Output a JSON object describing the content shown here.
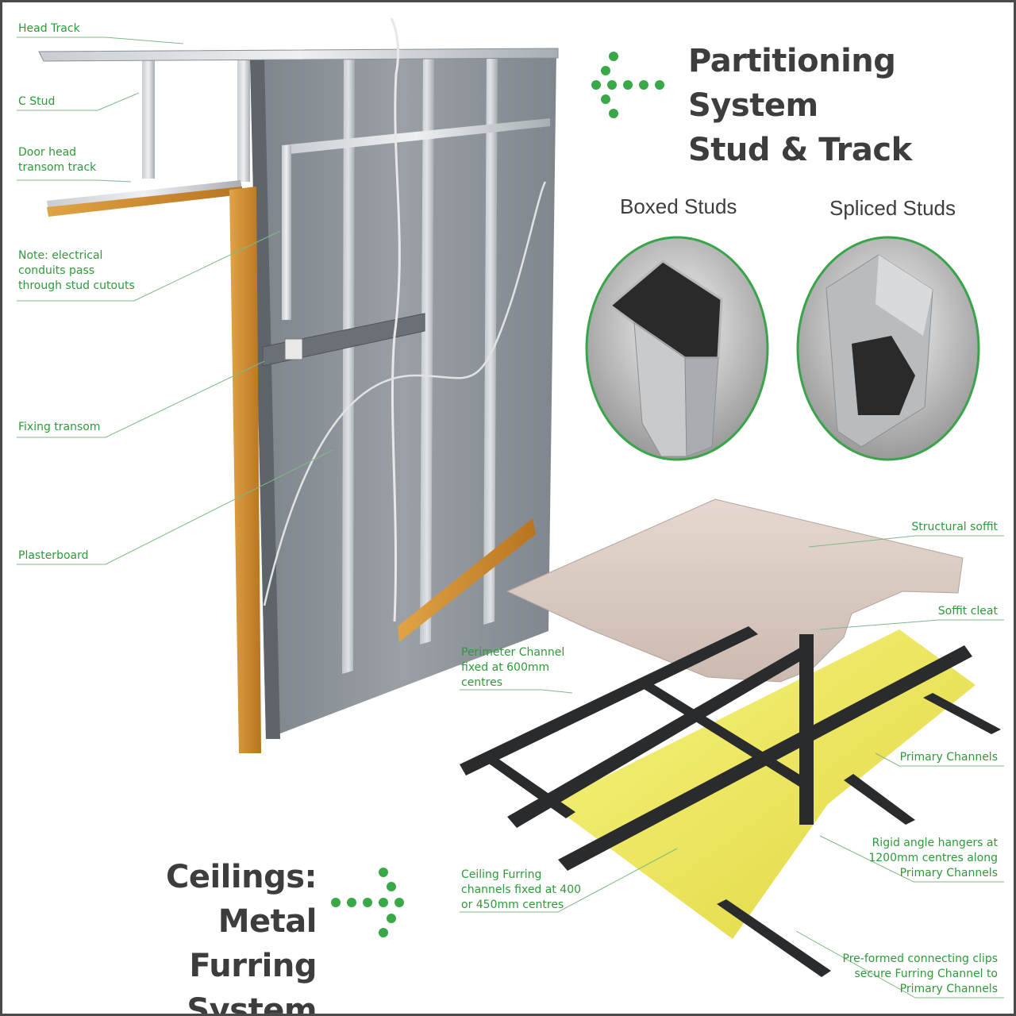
{
  "partition_title": "Partitioning System\nStud & Track",
  "ceiling_title": "Ceilings: Metal\nFurring System",
  "stud_types": {
    "boxed": "Boxed Studs",
    "spliced": "Spliced Studs"
  },
  "partition_labels": [
    "Head Track",
    "C Stud",
    "Door head\ntransom track",
    "Note: electrical\nconduits pass\nthrough stud cutouts",
    "Fixing transom",
    "Plasterboard"
  ],
  "ceiling_labels": [
    "Structural soffit",
    "Soffit cleat",
    "Perimeter Channel\nfixed at 600mm\ncentres",
    "Primary Channels",
    "Rigid angle hangers at\n1200mm centres along\nPrimary Channels",
    "Ceiling Furring\nchannels fixed at 400\nor 450mm centres",
    "Pre-formed connecting clips\nsecure Furring Channel to\nPrimary Channels"
  ],
  "colors": {
    "accent_green": "#2e9a3a",
    "title_gray": "#3d3d3d",
    "timber": "#d8952e",
    "wall_gray": "#8f959c",
    "insulation_yellow": "#f2ec3c"
  }
}
